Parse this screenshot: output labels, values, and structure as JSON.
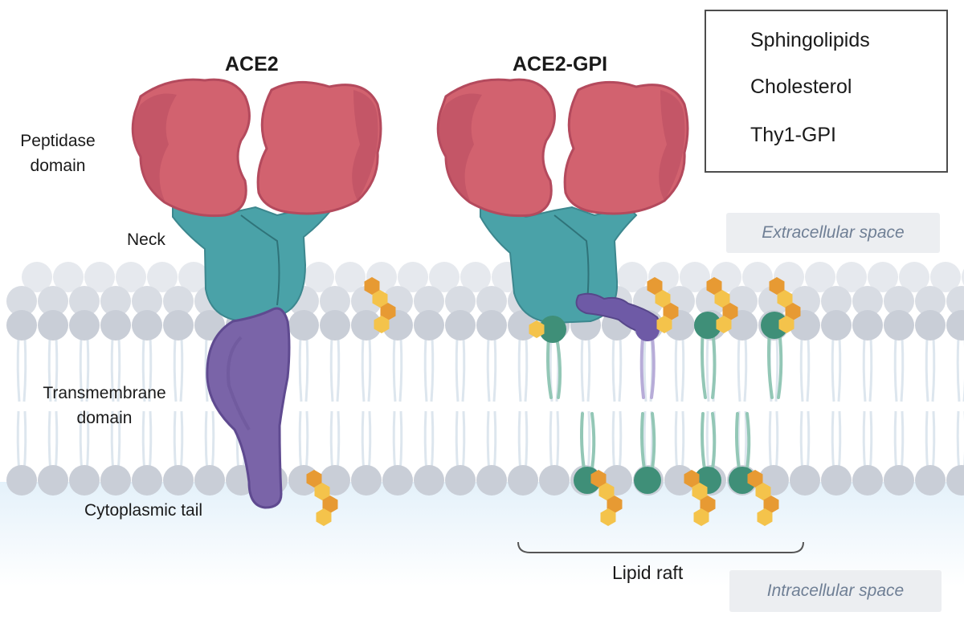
{
  "titles": {
    "left": "ACE2",
    "right": "ACE2-GPI"
  },
  "labels": {
    "peptidase": "Peptidase\ndomain",
    "neck": "Neck",
    "transmembrane": "Transmembrane\ndomain",
    "cytoplasmic": "Cytoplasmic tail",
    "lipid_raft": "Lipid raft"
  },
  "spaces": {
    "extracellular": "Extracellular space",
    "intracellular": "Intracellular space"
  },
  "legend": {
    "items": [
      {
        "label": "Sphingolipids",
        "icon": "sphingolipid-icon"
      },
      {
        "label": "Cholesterol",
        "icon": "cholesterol-icon"
      },
      {
        "label": "Thy1-GPI",
        "icon": "thy1-gpi-icon"
      }
    ]
  },
  "colors": {
    "peptidase": "#d2626f",
    "peptidase_dark": "#b44a5d",
    "neck": "#4aa2a8",
    "neck_dark": "#3c878e",
    "transmembrane": "#7a64a8",
    "transmembrane_dark": "#5f4a90",
    "sphingolipid": "#3f8f78",
    "cholesterol_dark": "#e79a33",
    "cholesterol_light": "#f4c34b",
    "gpi": "#6e5aa6",
    "lipid_head": "#c9ced7",
    "lipid_tail": "#dde6ee"
  }
}
